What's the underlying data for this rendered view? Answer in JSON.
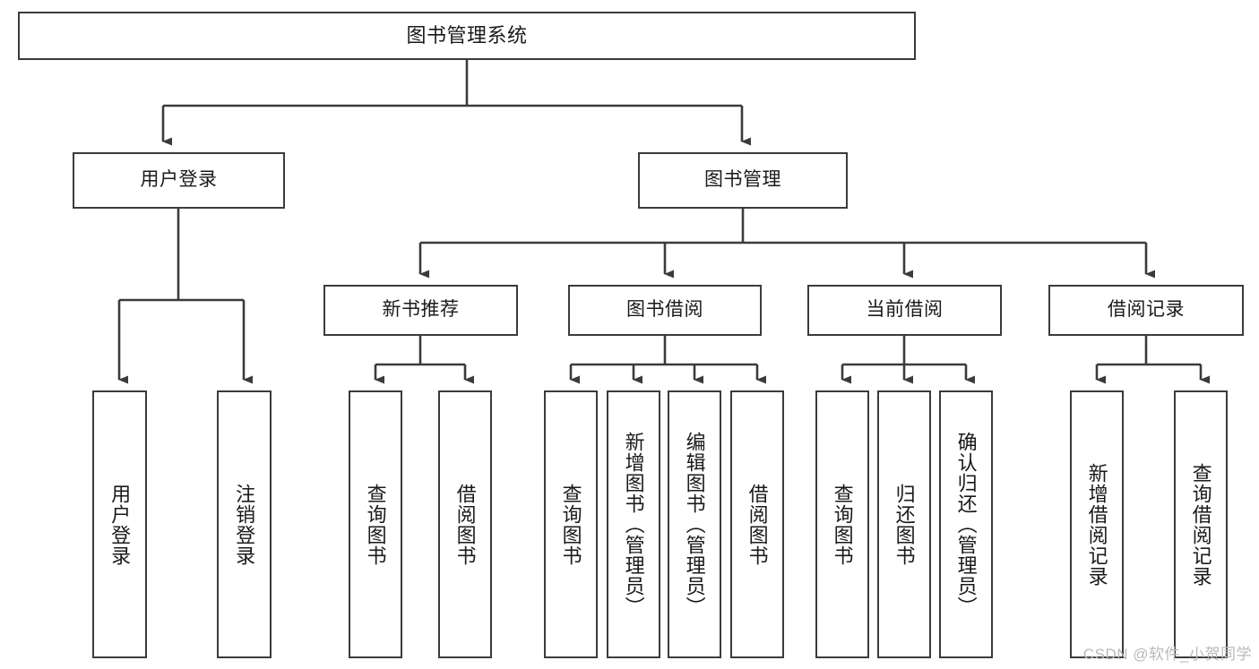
{
  "diagram": {
    "title": "图书管理系统",
    "type": "tree",
    "background": "#ffffff",
    "line_color": "#3b3b3b",
    "box_border_color": "#3b3b3b",
    "text_color": "#1a1a1a"
  },
  "watermark": {
    "text": "CSDN @软件_小贺同学",
    "color": "#b9b9b9"
  },
  "nodes": {
    "root": {
      "label": "图书管理系统"
    },
    "level1": [
      {
        "id": "user-login",
        "label": "用户登录"
      },
      {
        "id": "book-manage",
        "label": "图书管理"
      }
    ],
    "level2": [
      {
        "id": "new-book-rec",
        "label": "新书推荐"
      },
      {
        "id": "book-borrow",
        "label": "图书借阅"
      },
      {
        "id": "current-borrow",
        "label": "当前借阅"
      },
      {
        "id": "borrow-record",
        "label": "借阅记录"
      }
    ],
    "leaves": {
      "user_login": [
        {
          "id": "leaf-user-login",
          "label": "用户登录"
        },
        {
          "id": "leaf-logout-login",
          "label": "注销登录"
        }
      ],
      "new_book_rec": [
        {
          "id": "leaf-query-book-1",
          "label": "查询图书"
        },
        {
          "id": "leaf-borrow-book-1",
          "label": "借阅图书"
        }
      ],
      "book_borrow": [
        {
          "id": "leaf-query-book-2",
          "label": "查询图书"
        },
        {
          "id": "leaf-add-book",
          "label": "新增图书（管理员）"
        },
        {
          "id": "leaf-edit-book",
          "label": "编辑图书（管理员）"
        },
        {
          "id": "leaf-borrow-book-2",
          "label": "借阅图书"
        }
      ],
      "current_borrow": [
        {
          "id": "leaf-query-book-3",
          "label": "查询图书"
        },
        {
          "id": "leaf-return-book",
          "label": "归还图书"
        },
        {
          "id": "leaf-confirm-return",
          "label": "确认归还（管理员）"
        }
      ],
      "borrow_record": [
        {
          "id": "leaf-add-record",
          "label": "新增借阅记录"
        },
        {
          "id": "leaf-query-record",
          "label": "查询借阅记录"
        }
      ]
    }
  }
}
